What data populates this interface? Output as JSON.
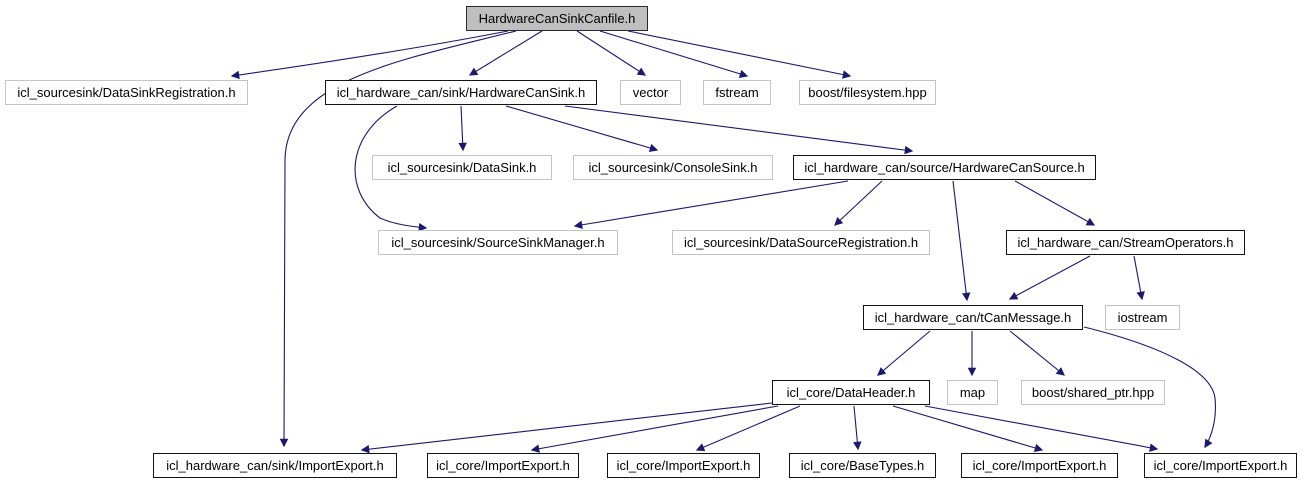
{
  "diagram": {
    "type": "include-dependency-graph",
    "root_file": "HardwareCanSinkCanfile.h",
    "colors": {
      "edge": "#191970",
      "root_fill": "#bfbfbf",
      "node_fill": "#ffffff",
      "plain_border": "#c4c4c4",
      "linked_border": "#141414",
      "text": "#000000",
      "background": "#ffffff"
    },
    "nodes": [
      {
        "id": "n0",
        "label": "HardwareCanSinkCanfile.h",
        "linked": false,
        "role": "root"
      },
      {
        "id": "n1",
        "label": "icl_sourcesink/DataSinkRegistration.h",
        "linked": false
      },
      {
        "id": "n2",
        "label": "icl_hardware_can/sink/HardwareCanSink.h",
        "linked": true
      },
      {
        "id": "n3",
        "label": "vector",
        "linked": false
      },
      {
        "id": "n4",
        "label": "fstream",
        "linked": false
      },
      {
        "id": "n5",
        "label": "boost/filesystem.hpp",
        "linked": false
      },
      {
        "id": "n6",
        "label": "icl_sourcesink/DataSink.h",
        "linked": false
      },
      {
        "id": "n7",
        "label": "icl_sourcesink/ConsoleSink.h",
        "linked": false
      },
      {
        "id": "n8",
        "label": "icl_hardware_can/source/HardwareCanSource.h",
        "linked": true
      },
      {
        "id": "n9",
        "label": "icl_sourcesink/SourceSinkManager.h",
        "linked": false
      },
      {
        "id": "n10",
        "label": "icl_sourcesink/DataSourceRegistration.h",
        "linked": false
      },
      {
        "id": "n11",
        "label": "icl_hardware_can/StreamOperators.h",
        "linked": true
      },
      {
        "id": "n12",
        "label": "icl_hardware_can/tCanMessage.h",
        "linked": true
      },
      {
        "id": "n13",
        "label": "iostream",
        "linked": false
      },
      {
        "id": "n14",
        "label": "icl_core/DataHeader.h",
        "linked": true
      },
      {
        "id": "n15",
        "label": "map",
        "linked": false
      },
      {
        "id": "n16",
        "label": "boost/shared_ptr.hpp",
        "linked": false
      },
      {
        "id": "n17",
        "label": "icl_hardware_can/sink/ImportExport.h",
        "linked": true
      },
      {
        "id": "n18",
        "label": "icl_core/ImportExport.h",
        "linked": true
      },
      {
        "id": "n19",
        "label": "icl_core/ImportExport.h",
        "linked": true
      },
      {
        "id": "n20",
        "label": "icl_core/BaseTypes.h",
        "linked": true
      },
      {
        "id": "n21",
        "label": "icl_core/ImportExport.h",
        "linked": true
      },
      {
        "id": "n22",
        "label": "icl_core/ImportExport.h",
        "linked": true
      }
    ],
    "edges": [
      {
        "from": "n0",
        "to": "n1"
      },
      {
        "from": "n0",
        "to": "n2"
      },
      {
        "from": "n0",
        "to": "n3"
      },
      {
        "from": "n0",
        "to": "n4"
      },
      {
        "from": "n0",
        "to": "n5"
      },
      {
        "from": "n0",
        "to": "n17"
      },
      {
        "from": "n2",
        "to": "n6"
      },
      {
        "from": "n2",
        "to": "n7"
      },
      {
        "from": "n2",
        "to": "n8"
      },
      {
        "from": "n2",
        "to": "n9"
      },
      {
        "from": "n8",
        "to": "n9"
      },
      {
        "from": "n8",
        "to": "n10"
      },
      {
        "from": "n8",
        "to": "n11"
      },
      {
        "from": "n8",
        "to": "n12"
      },
      {
        "from": "n11",
        "to": "n12"
      },
      {
        "from": "n11",
        "to": "n13"
      },
      {
        "from": "n12",
        "to": "n14"
      },
      {
        "from": "n12",
        "to": "n15"
      },
      {
        "from": "n12",
        "to": "n16"
      },
      {
        "from": "n12",
        "to": "n22"
      },
      {
        "from": "n14",
        "to": "n17"
      },
      {
        "from": "n14",
        "to": "n18"
      },
      {
        "from": "n14",
        "to": "n19"
      },
      {
        "from": "n14",
        "to": "n20"
      },
      {
        "from": "n14",
        "to": "n21"
      },
      {
        "from": "n14",
        "to": "n22"
      }
    ]
  }
}
